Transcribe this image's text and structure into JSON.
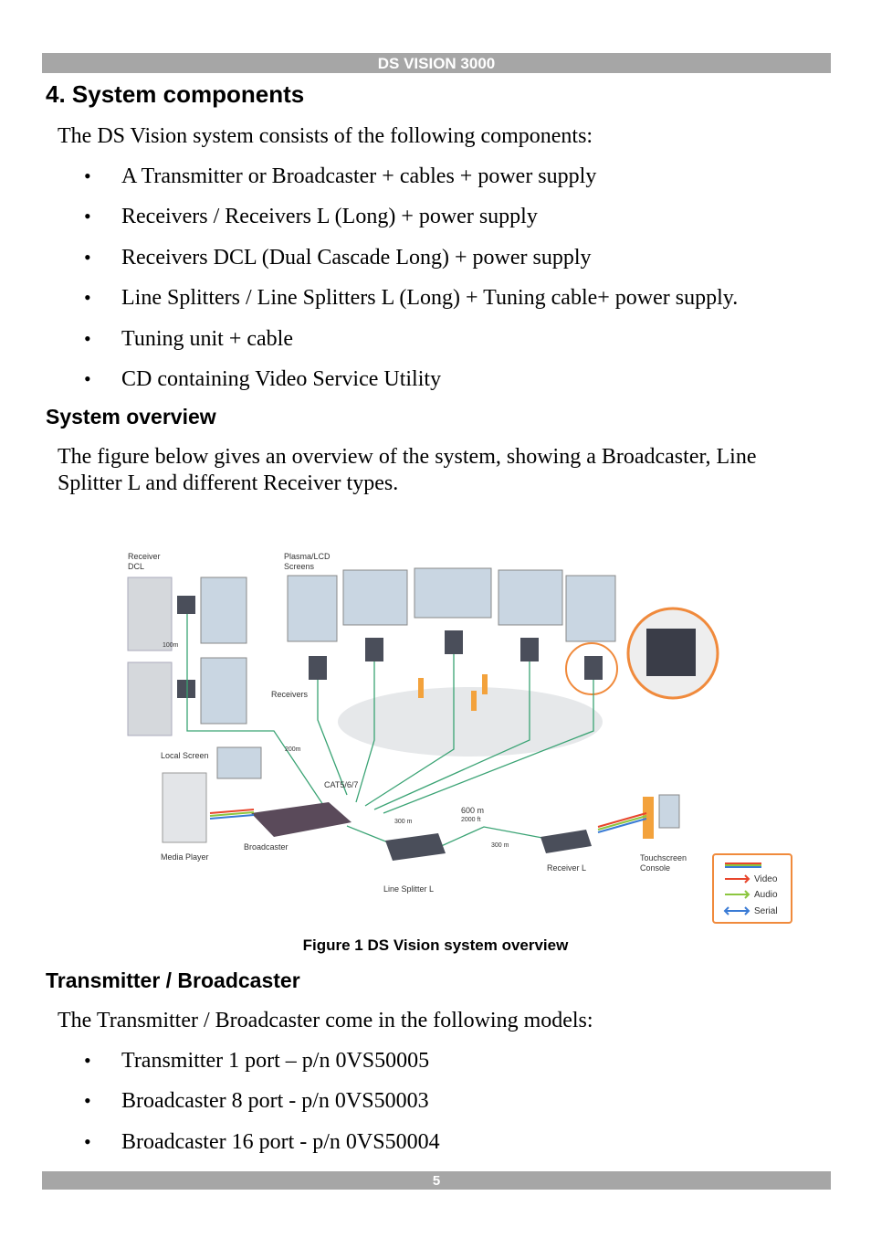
{
  "header": {
    "title": "DS VISION 3000"
  },
  "section": {
    "title": "4.  System components",
    "intro": "The DS Vision system consists of the following components:",
    "items": [
      "A Transmitter or Broadcaster + cables + power supply",
      "Receivers / Receivers L (Long) + power supply",
      "Receivers DCL (Dual Cascade Long) + power supply",
      "Line Splitters / Line Splitters L (Long) + Tuning cable+ power supply.",
      "Tuning unit + cable",
      "CD containing Video Service Utility"
    ]
  },
  "overview": {
    "title": "System overview",
    "text": "The figure below gives an overview of the system, showing a Broadcaster, Line Splitter L and different Receiver types."
  },
  "figure": {
    "caption": "Figure 1 DS Vision system overview",
    "labels": {
      "receiver_dcl": [
        "Receiver",
        "DCL"
      ],
      "plasma": [
        "Plasma/LCD",
        "Screens"
      ],
      "receivers": "Receivers",
      "local_screen": "Local Screen",
      "media_player": "Media Player",
      "broadcaster": "Broadcaster",
      "line_splitter": "Line Splitter L",
      "receiver_l": "Receiver L",
      "touchscreen": [
        "Touchscreen",
        "Console"
      ],
      "d100": "100m",
      "d200": "200m",
      "cat": "CAT5/6/7",
      "d600m": "600 m",
      "d2000ft": "2000 ft",
      "d300a": "300 m",
      "d300b": "300 m"
    },
    "legend": [
      "Video",
      "Audio",
      "Serial"
    ],
    "colors": {
      "video": "#e8452c",
      "audio": "#8cc63f",
      "serial": "#3a7bd5",
      "cable": "#3aa374",
      "legend_border": "#f08a3c"
    }
  },
  "transmitter": {
    "title": "Transmitter / Broadcaster",
    "intro": "The Transmitter / Broadcaster come in the following models:",
    "items": [
      "Transmitter 1 port – p/n 0VS50005",
      "Broadcaster 8 port - p/n 0VS50003",
      "Broadcaster 16 port - p/n 0VS50004"
    ]
  },
  "footer": {
    "page": "5"
  }
}
